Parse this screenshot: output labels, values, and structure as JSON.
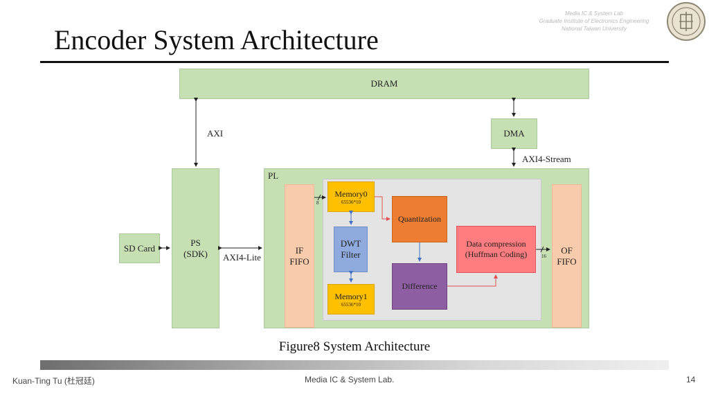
{
  "slide": {
    "title": "Encoder System Architecture",
    "lab_header": [
      "Media IC & System Lab",
      "Graduate Institute of Electronics Engineering",
      "National Taiwan University"
    ],
    "caption": "Figure8 System Architecture",
    "footer": {
      "author": "Kuan-Ting Tu (杜冠廷)",
      "lab": "Media IC & System Lab.",
      "page": "14"
    }
  },
  "diagram": {
    "dram": "DRAM",
    "dma": "DMA",
    "axi": "AXI",
    "axi4_stream": "AXI4-Stream",
    "axi4_lite": "AXI4-Lite",
    "sd_card": "SD Card",
    "ps": [
      "PS",
      "(SDK)"
    ],
    "pl": "PL",
    "if_fifo": [
      "IF",
      "FIFO"
    ],
    "of_fifo": [
      "OF",
      "FIFO"
    ],
    "memory0": {
      "name": "Memory0",
      "size": "65536*10"
    },
    "memory1": {
      "name": "Memory1",
      "size": "65536*10"
    },
    "dwt": [
      "DWT",
      "Filter"
    ],
    "quantization": "Quantization",
    "difference": "Difference",
    "data_compression": [
      "Data compression",
      "(Huffman Coding)"
    ],
    "bus_in_width": "8",
    "bus_out_width": "16"
  },
  "colors": {
    "green": "#c6e0b4",
    "salmon": "#f8cbad",
    "memory": "#ffc000",
    "dwt": "#8faadc",
    "quantization": "#ed7d31",
    "difference": "#8e5ea2",
    "compression": "#ff7c80",
    "inner_panel": "#e4e4e4"
  }
}
